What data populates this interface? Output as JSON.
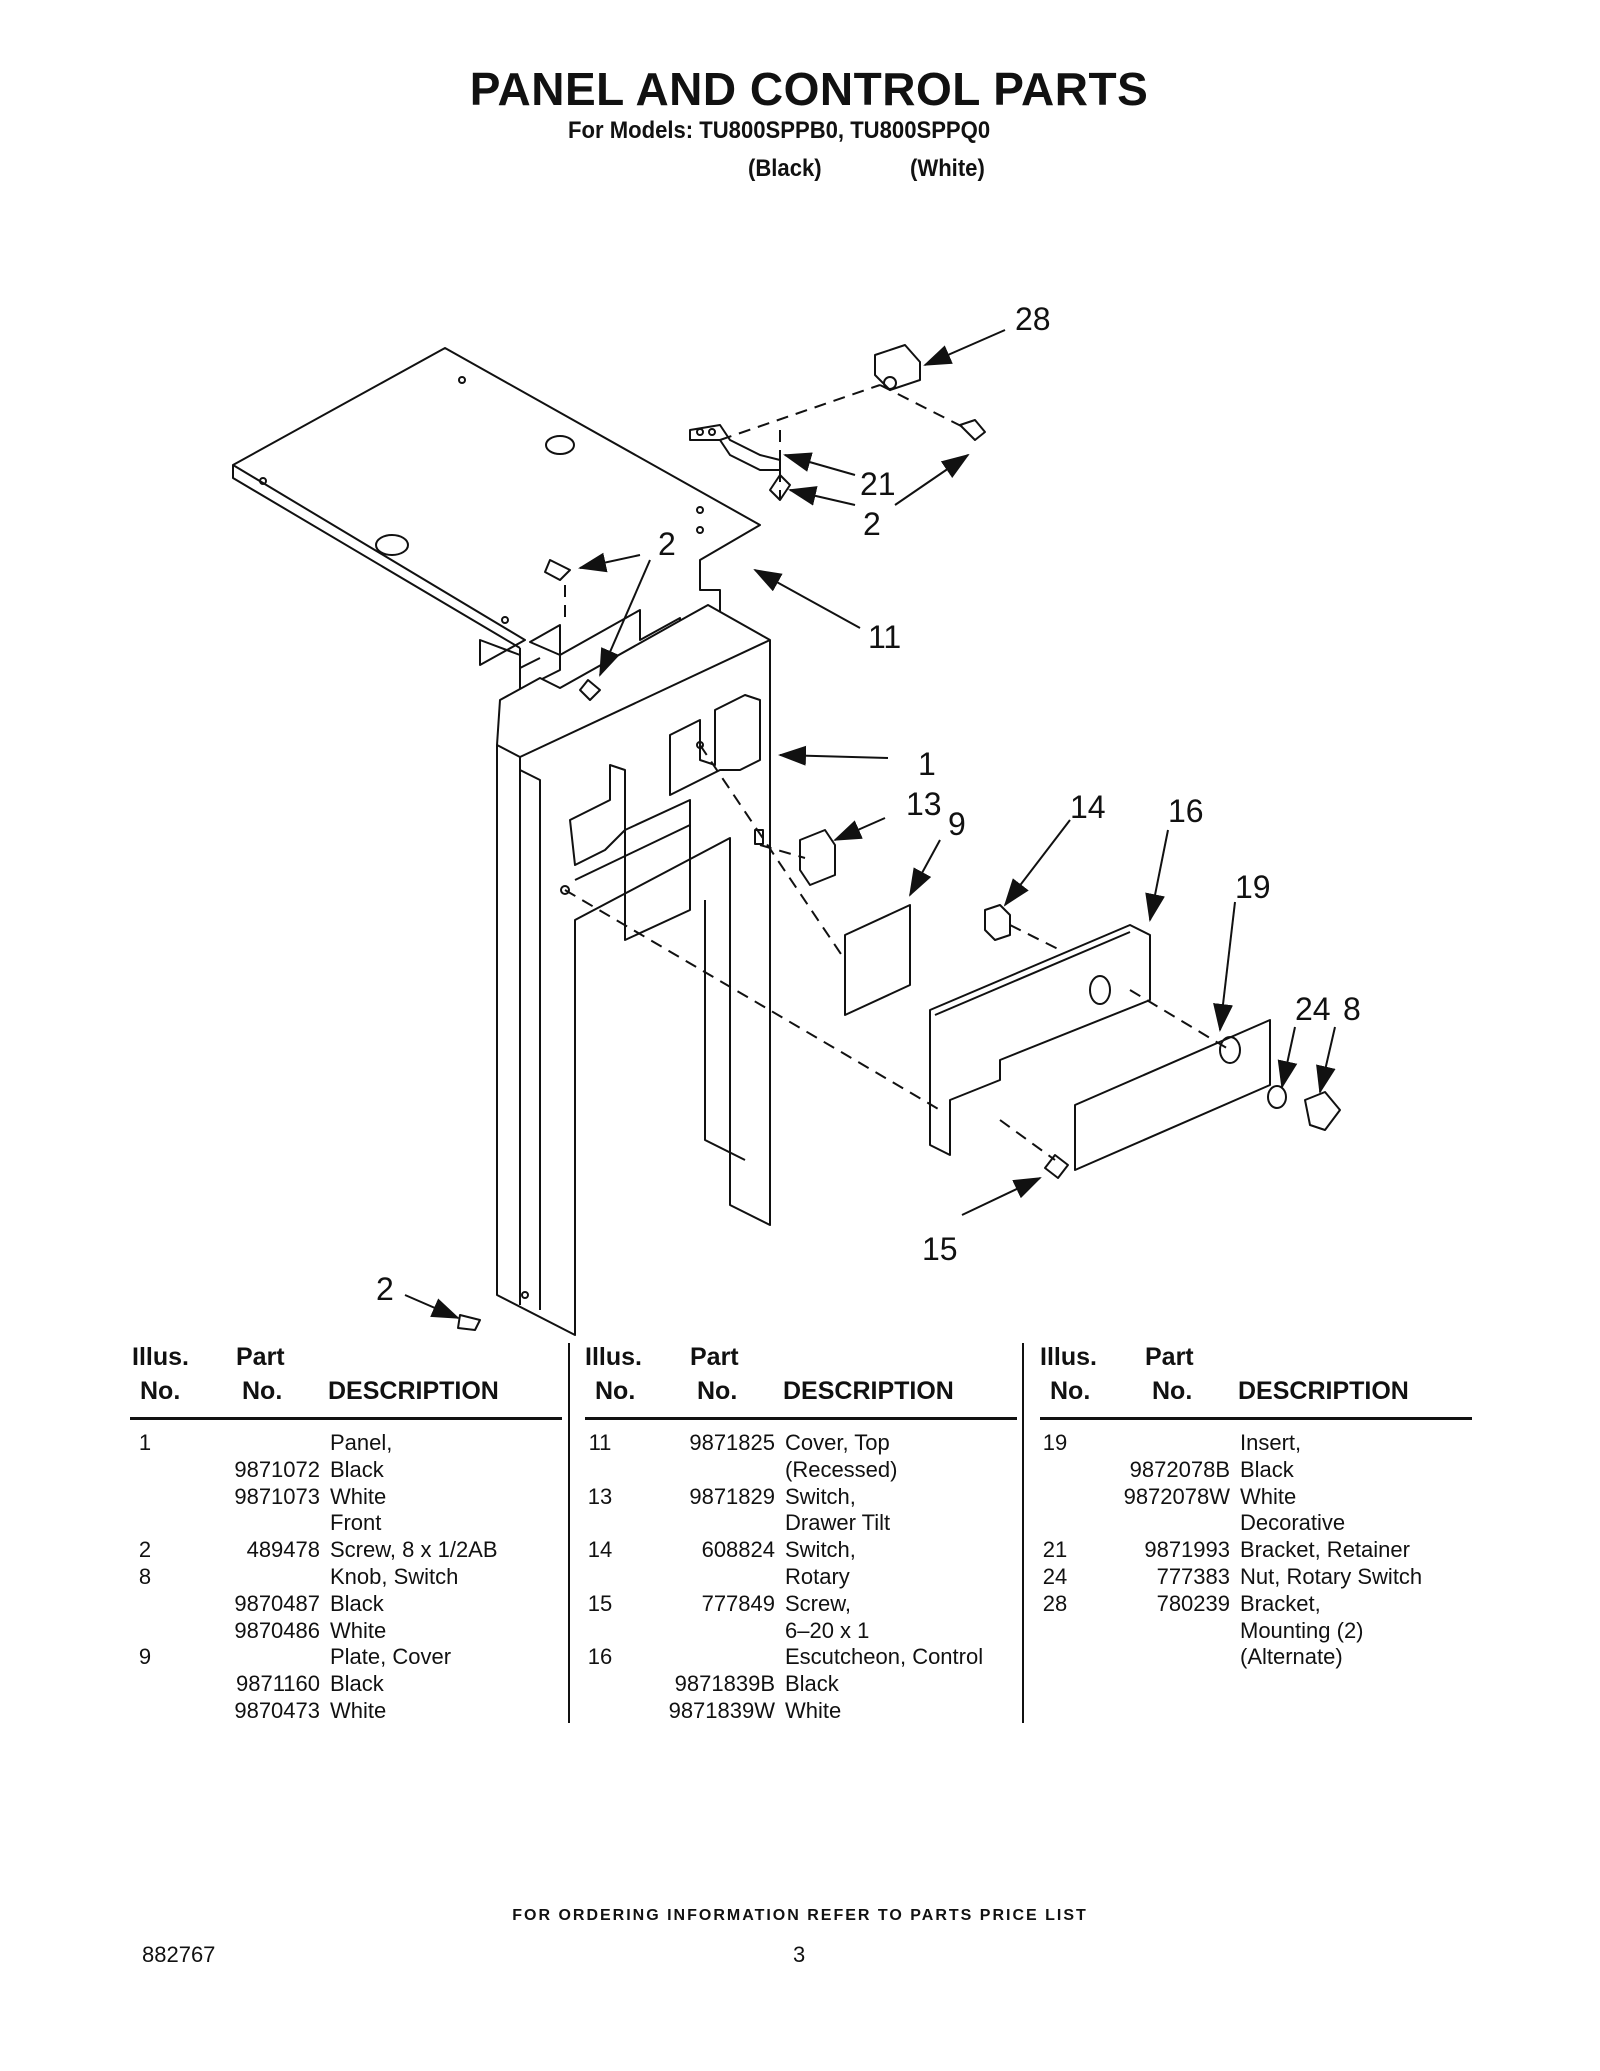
{
  "header": {
    "title": "PANEL AND CONTROL PARTS",
    "models": "For Models: TU800SPPB0, TU800SPPQ0",
    "variant_black": "(Black)",
    "variant_white": "(White)"
  },
  "diagram": {
    "callouts": [
      "28",
      "21",
      "2",
      "2",
      "11",
      "1",
      "13",
      "9",
      "14",
      "16",
      "19",
      "24",
      "8",
      "15",
      "2"
    ]
  },
  "table": {
    "headers": {
      "illus_1": "Illus.",
      "illus_2": "No.",
      "part_1": "Part",
      "part_2": "No.",
      "description": "DESCRIPTION"
    },
    "columns": [
      [
        {
          "illus": "1",
          "part": "",
          "desc": "Panel,"
        },
        {
          "illus": "",
          "part": "9871072",
          "desc": "Black"
        },
        {
          "illus": "",
          "part": "9871073",
          "desc": "White"
        },
        {
          "illus": "",
          "part": "",
          "desc": "Front"
        },
        {
          "illus": "2",
          "part": "489478",
          "desc": "Screw, 8 x 1/2AB"
        },
        {
          "illus": "8",
          "part": "",
          "desc": "Knob, Switch"
        },
        {
          "illus": "",
          "part": "9870487",
          "desc": "Black"
        },
        {
          "illus": "",
          "part": "9870486",
          "desc": "White"
        },
        {
          "illus": "9",
          "part": "",
          "desc": "Plate, Cover"
        },
        {
          "illus": "",
          "part": "9871160",
          "desc": "Black"
        },
        {
          "illus": "",
          "part": "9870473",
          "desc": "White"
        }
      ],
      [
        {
          "illus": "11",
          "part": "9871825",
          "desc": "Cover, Top"
        },
        {
          "illus": "",
          "part": "",
          "desc": "(Recessed)"
        },
        {
          "illus": "13",
          "part": "9871829",
          "desc": "Switch,"
        },
        {
          "illus": "",
          "part": "",
          "desc": "Drawer Tilt"
        },
        {
          "illus": "14",
          "part": "608824",
          "desc": "Switch,"
        },
        {
          "illus": "",
          "part": "",
          "desc": "Rotary"
        },
        {
          "illus": "15",
          "part": "777849",
          "desc": "Screw,"
        },
        {
          "illus": "",
          "part": "",
          "desc": "6–20 x 1"
        },
        {
          "illus": "16",
          "part": "",
          "desc": "Escutcheon, Control"
        },
        {
          "illus": "",
          "part": "9871839B",
          "desc": "Black"
        },
        {
          "illus": "",
          "part": "9871839W",
          "desc": "White"
        }
      ],
      [
        {
          "illus": "19",
          "part": "",
          "desc": "Insert,"
        },
        {
          "illus": "",
          "part": "9872078B",
          "desc": "Black"
        },
        {
          "illus": "",
          "part": "9872078W",
          "desc": "White"
        },
        {
          "illus": "",
          "part": "",
          "desc": "Decorative"
        },
        {
          "illus": "21",
          "part": "9871993",
          "desc": "Bracket, Retainer"
        },
        {
          "illus": "24",
          "part": "777383",
          "desc": "Nut, Rotary Switch"
        },
        {
          "illus": "28",
          "part": "780239",
          "desc": "Bracket,"
        },
        {
          "illus": "",
          "part": "",
          "desc": "Mounting (2)"
        },
        {
          "illus": "",
          "part": "",
          "desc": "(Alternate)"
        }
      ]
    ]
  },
  "footer": {
    "ordering_note": "FOR ORDERING INFORMATION REFER TO PARTS PRICE LIST",
    "doc_number": "882767",
    "page_number": "3"
  }
}
